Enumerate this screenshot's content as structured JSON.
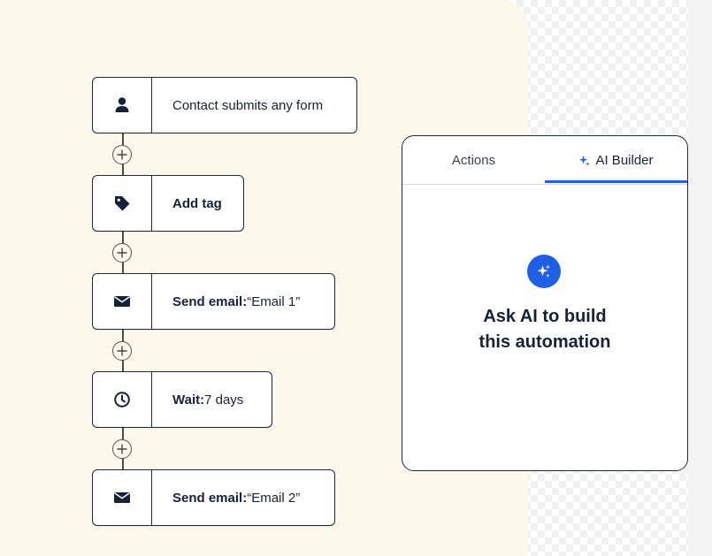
{
  "workflow": {
    "steps": [
      {
        "icon": "person-icon",
        "bold": "",
        "text": "Contact submits any form"
      },
      {
        "icon": "tag-icon",
        "bold": "Add tag",
        "text": ""
      },
      {
        "icon": "envelope-icon",
        "bold": "Send email:",
        "text": " “Email 1”"
      },
      {
        "icon": "clock-icon",
        "bold": "Wait:",
        "text": " 7 days"
      },
      {
        "icon": "envelope-icon",
        "bold": "Send email:",
        "text": " “Email 2”"
      }
    ]
  },
  "panel": {
    "tabs": [
      {
        "label": "Actions",
        "active": false
      },
      {
        "label": "AI Builder",
        "active": true
      }
    ],
    "heading_line1": "Ask AI to build",
    "heading_line2": "this automation"
  },
  "colors": {
    "accent": "#1e5fe6",
    "canvas": "#fdf8ec",
    "text": "#16213a",
    "border": "#1f2937"
  }
}
